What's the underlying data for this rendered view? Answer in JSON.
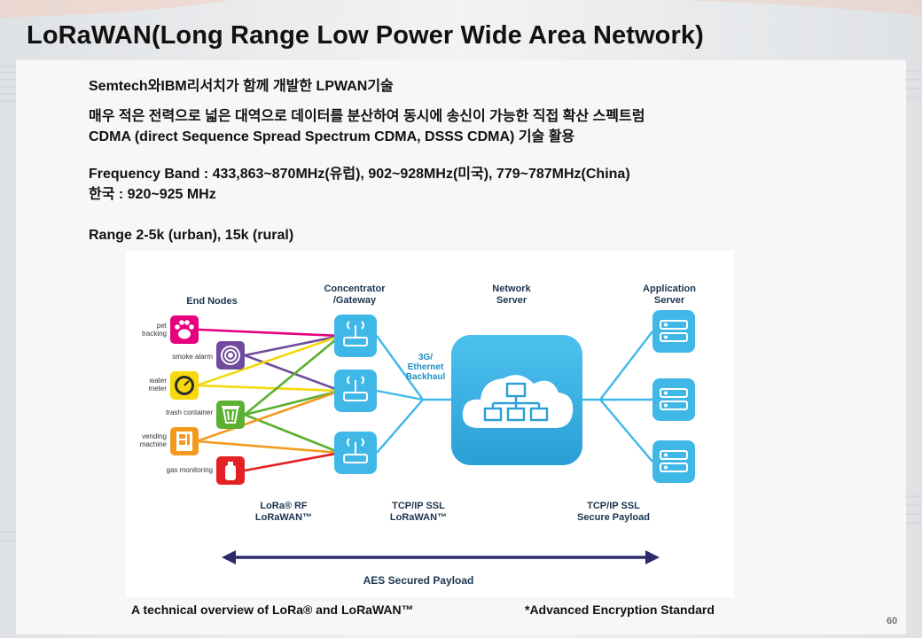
{
  "slide": {
    "title": "LoRaWAN(Long Range Low Power Wide Area Network)",
    "lines": [
      "Semtech와IBM리서치가 함께 개발한 LPWAN기술",
      "매우 적은 전력으로 넓은 대역으로 데이터를 분산하여 동시에 송신이 가능한 직접 확산 스펙트럼",
      "CDMA (direct Sequence Spread Spectrum CDMA, DSSS CDMA) 기술 활용",
      "Frequency Band : 433,863~870MHz(유럽), 902~928MHz(미국), 779~787MHz(China)",
      "한국 : 920~925  MHz",
      "Range 2-5k (urban), 15k (rural)"
    ],
    "caption_left": "A technical overview of LoRa® and LoRaWAN™",
    "caption_right": "*Advanced Encryption Standard",
    "page_number": "60"
  },
  "diagram": {
    "headers": {
      "end_nodes": "End Nodes",
      "concentrator_1": "Concentrator",
      "concentrator_2": "/Gateway",
      "network_1": "Network",
      "network_2": "Server",
      "application_1": "Application",
      "application_2": "Server"
    },
    "nodes": [
      {
        "label_1": "pet",
        "label_2": "tracking",
        "color": "#e6007e",
        "icon": "paw-icon"
      },
      {
        "label_1": "smoke alarm",
        "label_2": "",
        "color": "#6f4c9b",
        "icon": "smoke-alarm-icon"
      },
      {
        "label_1": "water",
        "label_2": "meter",
        "color": "#f5d90a",
        "icon": "water-meter-icon"
      },
      {
        "label_1": "trash container",
        "label_2": "",
        "color": "#5bb030",
        "icon": "trash-icon"
      },
      {
        "label_1": "vending",
        "label_2": "machine",
        "color": "#f39a1e",
        "icon": "vending-icon"
      },
      {
        "label_1": "gas monitoring",
        "label_2": "",
        "color": "#e32024",
        "icon": "gas-icon"
      }
    ],
    "backhaul_1": "3G/",
    "backhaul_2": "Ethernet",
    "backhaul_3": "Backhaul",
    "bottom": {
      "lora_1": "LoRa® RF",
      "lora_2": "LoRaWAN™",
      "tcp1_1": "TCP/IP SSL",
      "tcp1_2": "LoRaWAN™",
      "tcp2_1": "TCP/IP SSL",
      "tcp2_2": "Secure Payload",
      "aes": "AES Secured Payload"
    },
    "colors": {
      "blue": "#3fb8e8",
      "blue_dark": "#1d8fc6",
      "navy": "#2b2a6b",
      "label_blue": "#1b5c8a",
      "accent_title": "#1a3550"
    }
  }
}
